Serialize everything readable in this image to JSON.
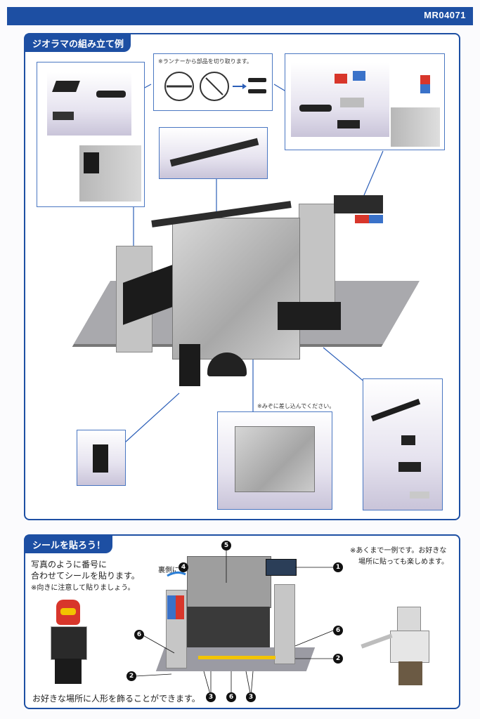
{
  "header": {
    "code": "MR04071"
  },
  "diorama_section": {
    "title": "ジオラマの組み立て例",
    "runner_note": "※ランナーから部品を切り取ります。",
    "groove_note": "※みぞに差し込んでください。"
  },
  "sticker_section": {
    "title": "シールを貼ろう！",
    "line1": "写真のように番号に",
    "line2": "合わせてシールを貼ります。",
    "line3": "※向きに注意して貼りましょう。",
    "back_side_label": "裏側に",
    "example_note_1": "※あくまで一例です。お好きな",
    "example_note_2": "場所に貼っても楽しめます。",
    "bottom_text": "お好きな場所に人形を飾ることができます。",
    "callouts": [
      "5",
      "4",
      "1",
      "6",
      "6",
      "2",
      "2",
      "3",
      "6",
      "3"
    ]
  },
  "colors": {
    "brand_blue": "#1d4fa3",
    "frame_blue": "#4a77c2"
  }
}
